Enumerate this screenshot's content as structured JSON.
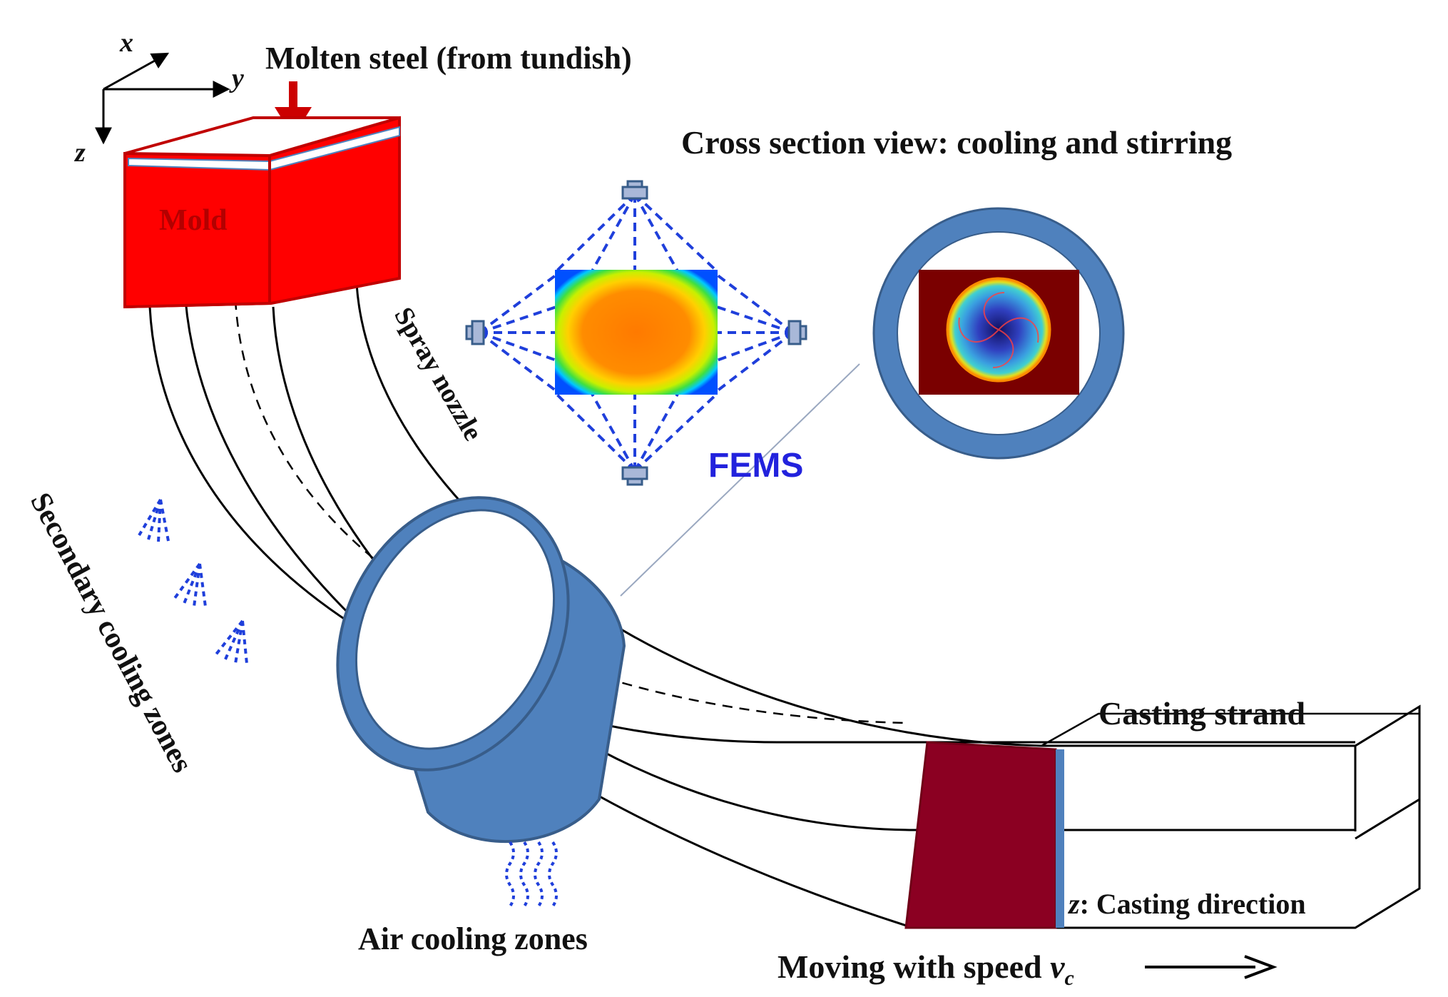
{
  "axes": {
    "x": "x",
    "y": "y",
    "z": "z"
  },
  "labels": {
    "molten_steel": "Molten steel (from tundish)",
    "mold": "Mold",
    "cross_section": "Cross section view: cooling and stirring",
    "spray_nozzle": "Spray nozzle",
    "fems": "FEMS",
    "secondary_cooling": "Secondary cooling zones",
    "casting_strand": "Casting strand",
    "air_cooling": "Air cooling zones",
    "casting_direction_axis": "z",
    "casting_direction": ": Casting direction",
    "moving_speed": "Moving with speed ",
    "speed_symbol": "v",
    "speed_subscript": "c"
  },
  "colors": {
    "mold_red": "#ff0000",
    "mold_edge": "#c00000",
    "arrow_red": "#cc0000",
    "stirrer_blue": "#4f81bd",
    "stirrer_edge": "#385d8a",
    "solid_shell": "#8b0022",
    "spray_blue": "#1f3fdb",
    "fems_text": "#2222dd",
    "line": "#000000"
  }
}
